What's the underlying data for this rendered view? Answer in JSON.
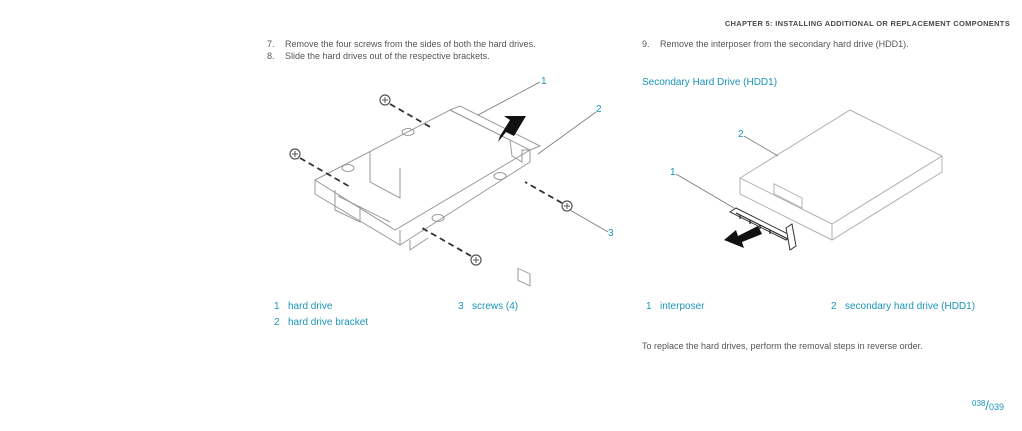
{
  "header": {
    "chapter": "CHAPTER 5: INSTALLING ADDITIONAL OR REPLACEMENT COMPONENTS"
  },
  "left": {
    "steps": [
      {
        "num": "7.",
        "text": "Remove the four screws from the sides of both the hard drives."
      },
      {
        "num": "8.",
        "text": "Slide the hard drives out of the respective brackets."
      }
    ],
    "callouts": [
      "1",
      "2",
      "3"
    ],
    "captions": [
      {
        "num": "1",
        "text": "hard drive"
      },
      {
        "num": "3",
        "text": "screws (4)"
      },
      {
        "num": "2",
        "text": "hard drive bracket"
      }
    ]
  },
  "right": {
    "step": {
      "num": "9.",
      "text": "Remove the interposer from the secondary hard drive (HDD1)."
    },
    "section_title": "Secondary Hard Drive (HDD1)",
    "callouts": [
      "2",
      "1"
    ],
    "captions": [
      {
        "num": "1",
        "text": "interposer"
      },
      {
        "num": "2",
        "text": "secondary hard drive (HDD1)"
      }
    ],
    "note": "To replace the hard drives, perform the removal steps in reverse order."
  },
  "page": {
    "current": "038",
    "total": "039"
  },
  "colors": {
    "accent": "#1a95b8",
    "text": "#555555",
    "line": "#9a9a9a"
  }
}
